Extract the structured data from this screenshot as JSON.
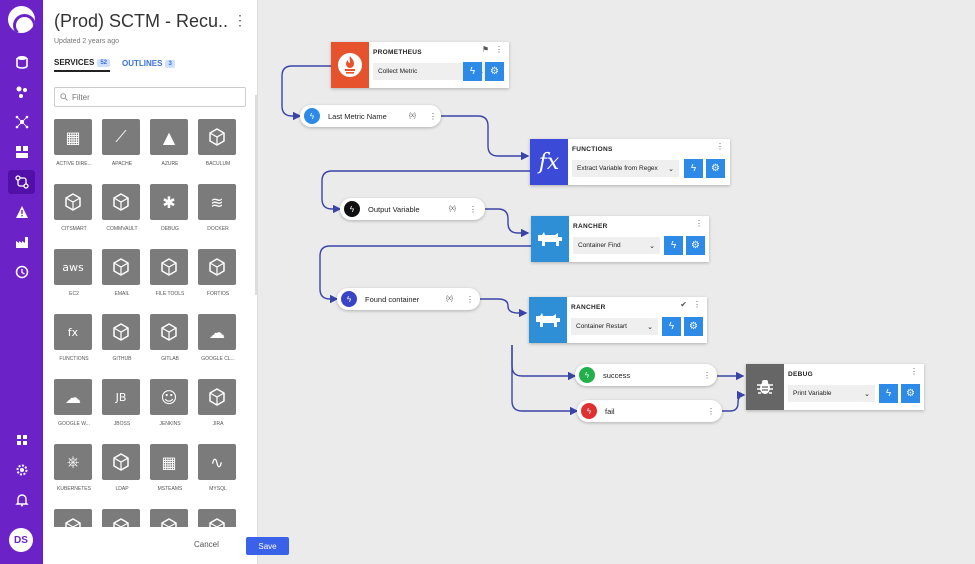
{
  "app": {
    "title": "(Prod) SCTM - Recu...",
    "updated": "Updated 2 years ago",
    "user_initials": "DS"
  },
  "tabs": [
    {
      "label": "SERVICES",
      "count": "52"
    },
    {
      "label": "OUTLINES",
      "count": "3"
    }
  ],
  "filter": {
    "placeholder": "Filter"
  },
  "services": [
    "ACTIVE DIRE...",
    "APACHE",
    "AZURE",
    "BACULUM",
    "CITSMART",
    "COMMVAULT",
    "DEBUG",
    "DOCKER",
    "EC2",
    "EMAIL",
    "FILE TOOLS",
    "FORTIOS",
    "FUNCTIONS",
    "GITHUB",
    "GITLAB",
    "GOOGLE CL...",
    "GOOGLE W...",
    "JBOSS",
    "JENKINS",
    "JIRA",
    "KUBERNETES",
    "LDAP",
    "MSTEAMS",
    "MYSQL",
    "",
    "",
    "",
    ""
  ],
  "footer": {
    "cancel": "Cancel",
    "save": "Save"
  },
  "nodes": {
    "prometheus": {
      "title": "PROMETHEUS",
      "action": "Collect Metric"
    },
    "functions": {
      "title": "FUNCTIONS",
      "action": "Extract Variable from Regex"
    },
    "rancher1": {
      "title": "RANCHER",
      "action": "Container Find"
    },
    "rancher2": {
      "title": "RANCHER",
      "action": "Container Restart"
    },
    "debug": {
      "title": "DEBUG",
      "action": "Print Variable"
    }
  },
  "pills": {
    "last_metric": {
      "label": "Last Metric Name",
      "var": "{x}"
    },
    "output_var": {
      "label": "Output Variable",
      "var": "{x}"
    },
    "found": {
      "label": "Found container",
      "var": "{x}"
    },
    "success": {
      "label": "success"
    },
    "fail": {
      "label": "fail"
    }
  },
  "colors": {
    "rail": "#6b23c8",
    "prometheus": "#e6522c",
    "functions": "#3b4bd8",
    "rancher": "#2f8fd6",
    "debug": "#666666",
    "action_button": "#2d8ae6",
    "wire": "#3a44a8"
  }
}
